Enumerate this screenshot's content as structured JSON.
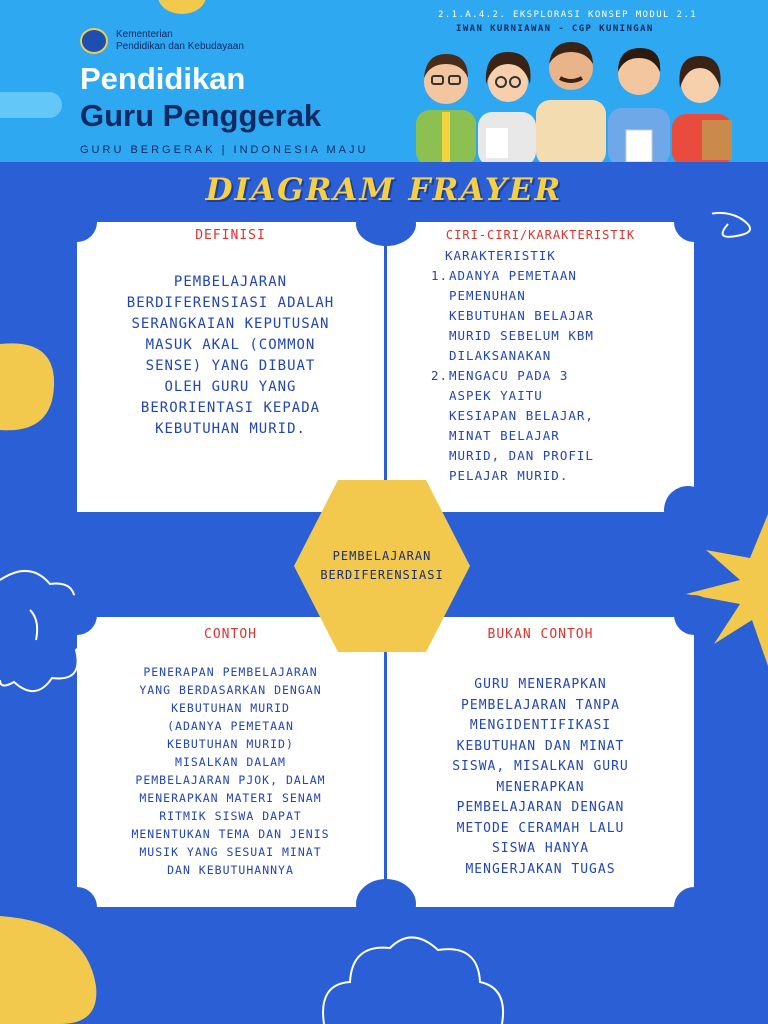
{
  "header": {
    "ministry_line1": "Kementerian",
    "ministry_line2": "Pendidikan dan Kebudayaan",
    "title_line1": "Pendidikan",
    "title_line2": "Guru Penggerak",
    "tagline": "GURU BERGERAK | INDONESIA MAJU",
    "module": "2.1.A.4.2. EKSPLORASI KONSEP MODUL 2.1",
    "author": "IWAN KURNIAWAN - CGP KUNINGAN"
  },
  "diagram": {
    "title": "DIAGRAM FRAYER",
    "center_line1": "PEMBELAJARAN",
    "center_line2": "BERDIFERENSIASI"
  },
  "definisi": {
    "heading": "DEFINISI",
    "lines": [
      "PEMBELAJARAN",
      "BERDIFERENSIASI ADALAH",
      "SERANGKAIAN KEPUTUSAN",
      "MASUK AKAL (COMMON",
      "SENSE) YANG DIBUAT",
      "OLEH GURU YANG",
      "BERORIENTASI KEPADA",
      "KEBUTUHAN MURID."
    ]
  },
  "ciri": {
    "heading": "CIRI-CIRI/KARAKTERISTIK",
    "subheading": "KARAKTERISTIK",
    "item1_num": "1.",
    "item1_lines": [
      "ADANYA PEMETAAN",
      "PEMENUHAN",
      "KEBUTUHAN BELAJAR",
      "MURID SEBELUM KBM",
      "DILAKSANAKAN"
    ],
    "item2_num": "2.",
    "item2_lines": [
      "MENGACU PADA 3",
      "ASPEK YAITU",
      "KESIAPAN BELAJAR,",
      "MINAT BELAJAR",
      "MURID, DAN PROFIL",
      "PELAJAR MURID."
    ]
  },
  "contoh": {
    "heading": "CONTOH",
    "lines": [
      "PENERAPAN PEMBELAJARAN",
      "YANG BERDASARKAN DENGAN",
      "KEBUTUHAN MURID",
      "(ADANYA PEMETAAN",
      "KEBUTUHAN MURID)",
      "MISALKAN DALAM",
      "PEMBELAJARAN PJOK, DALAM",
      "MENERAPKAN MATERI SENAM",
      "RITMIK SISWA DAPAT",
      "MENENTUKAN TEMA DAN JENIS",
      "MUSIK YANG SESUAI MINAT",
      "DAN KEBUTUHANNYA"
    ]
  },
  "bukan_contoh": {
    "heading": "BUKAN CONTOH",
    "lines": [
      "GURU MENERAPKAN",
      "PEMBELAJARAN TANPA",
      "MENGIDENTIFIKASI",
      "KEBUTUHAN DAN MINAT",
      "SISWA, MISALKAN GURU",
      "MENERAPKAN",
      "PEMBELAJARAN DENGAN",
      "METODE CERAMAH LALU",
      "SISWA HANYA",
      "MENGERJAKAN TUGAS"
    ]
  },
  "colors": {
    "background": "#2b5fd6",
    "header": "#2fa8f2",
    "accent_yellow": "#f7cf45",
    "heading_red": "#e0322d",
    "body_blue": "#2146b5"
  },
  "icons": [
    "tut-wuri-handayani-logo",
    "teachers-illustration",
    "sun-icon",
    "flower-doodle",
    "cloud-doodle"
  ]
}
